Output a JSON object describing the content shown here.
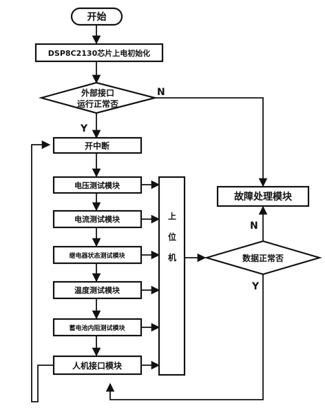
{
  "diagram": {
    "nodes": {
      "start": "开始",
      "init": "DSP8C2130芯片上电初始化",
      "check_io": [
        "外部接口",
        "运行正常否"
      ],
      "open_int": "开中断",
      "voltage_test": "电压测试模块",
      "current_test": "电流测试模块",
      "relay_test": "继电器状态测试模块",
      "temp_test": "温度测试模块",
      "battery_test": "蓄电池内阻测试模块",
      "hmi": "人机接口模块",
      "host": [
        "上",
        "位",
        "机"
      ],
      "data_check": "数据正常否",
      "fault": "故障处理模块"
    },
    "edge_labels": {
      "io_no": "N",
      "io_yes": "Y",
      "data_no": "N",
      "data_yes": "Y"
    }
  }
}
